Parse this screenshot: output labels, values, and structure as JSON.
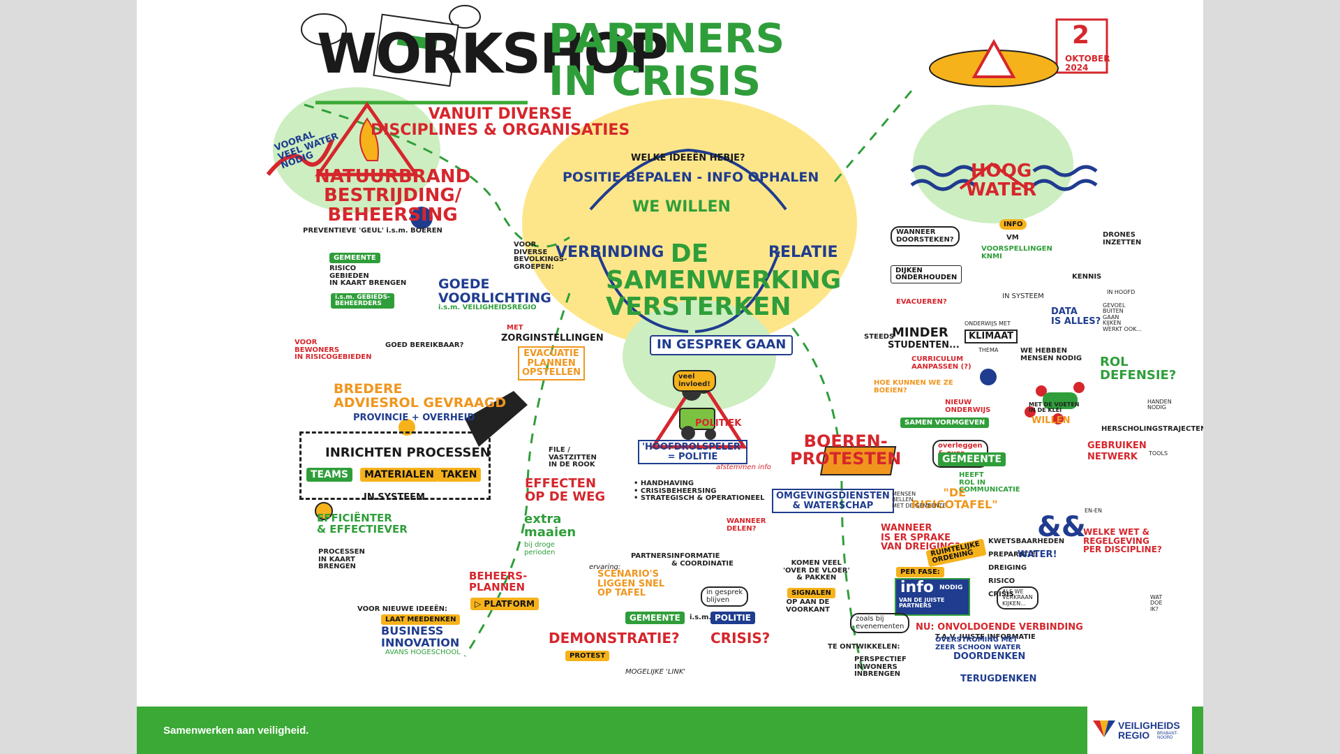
{
  "colors": {
    "green": "#2f9e3a",
    "red": "#d6262c",
    "blue": "#1f3c8f",
    "orange": "#f0961e",
    "yellow_glow": "#fde68a",
    "green_glow": "#cdeec0"
  },
  "header": {
    "title": "WORKSHOP",
    "subtitle": "PARTNERS\nIN CRISIS",
    "tagline": "VANUIT DIVERSE\nDISCIPLINES & ORGANISATIES",
    "date_day": "2",
    "date_month_year": "OKTOBER\n2024"
  },
  "center": {
    "question": "WELKE IDEEËN HEBJE?",
    "positie": "POSITIE BEPALEN - INFO OPHALEN",
    "we_willen": "WE WILLEN",
    "main": "DE\nSAMENWERKING\nVERSTERKEN",
    "verbinding": "VERBINDING",
    "relatie": "RELATIE",
    "in_gesprek": "IN GESPREK GAAN"
  },
  "natuurbrand": {
    "note": "VOORAL\nVEEL WATER\nNODIG",
    "title": "NATUURBRAND\nBESTRIJDING/\nBEHEERSING",
    "preventief": "PREVENTIEVE 'GEUL' i.s.m. BOEREN",
    "gemeente_tag": "GEMEENTE",
    "risico": "RISICO\nGEBIEDEN\nIN KAART BRENGEN",
    "beheerders_tag": "i.s.m. GEBIEDS-\nBEHEERDERS",
    "bewoners": "VOOR\nBEWONERS\nIN RISICOGEBIEDEN",
    "bereikbaar": "GOED BEREIKBAAR?",
    "voor_groepen": "VOOR\nDIVERSE\nBEVOLKINGS-\nGROEPEN:",
    "voorlichting": "GOEDE\nVOORLICHTING",
    "voorlichting_sub": "i.s.m. VEILIGHEIDSREGIO",
    "zorg_met": "MET",
    "zorg": "ZORGINSTELLINGEN",
    "evacuatie": "EVACUATIE\nPLANNEN\nOPSTELLEN"
  },
  "adviesrol": {
    "title": "BREDERE\nADVIESROL GEVRAAGD",
    "sub": "PROVINCIE + OVERHEID",
    "processen": "INRICHTEN PROCESSEN",
    "teams": "TEAMS",
    "materialen": "MATERIALEN",
    "taken": "TAKEN",
    "systeem": "IN SYSTEEM"
  },
  "weg": {
    "file": "FILE /\nVASTZITTEN\nIN DE ROOK",
    "effecten": "EFFECTEN\nOP DE WEG"
  },
  "efficient": {
    "title": "EFFICIËNTER\n& EFFECTIEVER",
    "processen": "PROCESSEN\nIN KAART\nBRENGEN",
    "maaien": "extra\nmaaien",
    "maaien_sub": "bij droge\nperioden",
    "beheersplannen": "BEHEERS-\nPLANNEN",
    "platform": "▷ PLATFORM"
  },
  "innovation": {
    "pre": "VOOR NIEUWE IDEEËN:",
    "tag": "LAAT MEEDENKEN",
    "title": "BUSINESS\nINNOVATION",
    "sub": "AVANS HOGESCHOOL"
  },
  "boeren": {
    "bubble": "veel\ninvloed!",
    "politiek": "POLITIEK",
    "title": "BOEREN-\nPROTESTEN",
    "hoofdrol": "'HOOFDROLSPELER'\n= POLITIE",
    "afstemmen": "afstemmen info",
    "list": "• HANDHAVING\n• CRISISBEHEERSING\n• STRATEGISCH & OPERATIONEEL",
    "omgeving": "OMGEVINGSDIENSTEN\n& WATERSCHAP",
    "wanneer_delen": "WANNEER\nDELEN?",
    "partners": "PARTNERS",
    "info_coord": "INFORMATIE\n& COORDINATIE",
    "ervaring": "ervaring:",
    "scenario": "SCENARIO'S\nLIGGEN SNEL\nOP TAFEL",
    "gesprek": "in gesprek\nblijven",
    "gemeente_tag": "GEMEENTE",
    "ism": "i.s.m.",
    "politie_tag": "POLITIE",
    "demonstratie": "DEMONSTRATIE?",
    "crisis": "CRISIS?",
    "protest": "PROTEST",
    "mogelijke": "MOGELIJKE 'LINK'",
    "overleggen": "overleggen\n& over-\nnemen",
    "risicotafel": "\"DE\nRISICOTAFEL\"",
    "komen": "KOMEN VEEL\n'OVER DE VLOER'\n& PAKKEN",
    "signalen": "SIGNALEN",
    "voorkant": "OP AAN DE\nVOORKANT",
    "dreiging": "WANNEER\nIS ER SPRAKE\nVAN DREIGING?",
    "per_fase": "PER FASE:",
    "info": "info",
    "info_nodig": "NODIG",
    "info_partners": "VAN DE JUISTE\nPARTNERS",
    "fasen": "KWETSBAARHEDEN\nPREPARATIE\nDREIGING\nRISICO\nCRISIS",
    "zoals": "zoals bij\nevenementen",
    "ontwikkelen": "TE ONTWIKKELEN:",
    "perspectief": "PERSPECTIEF\nINWONERS\nINBRENGEN",
    "nu": "NU: ONVOLDOENDE VERBINDING",
    "tav": "T.A.V. JUISTE INFORMATIE",
    "doordenken": "DOORDENKEN",
    "terugdenken": "TERUGDENKEN"
  },
  "hoogwater": {
    "title": "HOOG\nWATER",
    "wanneer_doorsteken": "WANNEER\nDOORSTEKEN?",
    "dijken": "DIJKEN\nONDERHOUDEN",
    "evacueren": "EVACUEREN?",
    "info": "INFO",
    "vm": "VM",
    "knmi": "VOORSPELLINGEN\nKNMI",
    "drones": "DRONES\nINZETTEN",
    "kennis": "KENNIS",
    "systeem": "IN SYSTEEM",
    "hoofd": "IN HOOFD",
    "data": "DATA\nIS ALLES?",
    "gevoel": "GEVOEL\nBUITEN\nGAAN\nKIJKEN\nWERKT OOK...",
    "steeds": "STEEDS",
    "minder": "MINDER",
    "studenten": "STUDENTEN...",
    "onderw": "ONDERWIJS MET",
    "klimaat": "KLIMAAT",
    "thema": "THEMA",
    "curriculum": "CURRICULUM\nAANPASSEN (?)",
    "boeien": "HOE KUNNEN WE ZE\nBOEIEN?",
    "nieuw": "NIEUW\nONDERWIJS",
    "samen": "SAMEN VORMGEVEN",
    "mensen": "WE HEBBEN\nMENSEN NODIG",
    "klei": "MET DE VOETEN\nIN DE KLEI",
    "willen": "WILLEN",
    "defensie": "ROL\nDEFENSIE?",
    "handen": "HANDEN\nNODIG",
    "herscholing": "HERSCHOLINGSTRAJECTEN",
    "gemeente_tag": "GEMEENTE",
    "heeft_rol": "HEEFT\nROL IN\nCOMMUNICATIE",
    "mensen_bellen": "MENSEN\nBELLEN\nMET DE GEMEENTE",
    "gebruiken": "GEBRUIKEN",
    "netwerk": "NETWERK",
    "tools": "TOOLS",
    "vr": "VEILIGHEIDS\nREGIO",
    "ruimtelijke": "RUIMTELIJKE\nORDENING",
    "water": "WATER!",
    "enen": "&&",
    "enen_small": "EN-EN",
    "wet": "WELKE WET &\nREGELGEVING\nPER DISCIPLINE?",
    "kraan": "ALS WE\nVERKRAAN\nKIJKEN...",
    "overstroming": "OVERSTROMING MET\nZEER SCHOON WATER",
    "huis": "WAT\nDOE\nIK?"
  },
  "footer": {
    "slogan": "Samenwerken aan veiligheid.",
    "brand": "VEILIGHEIDS\nREGIO",
    "brand_sub": "BRABANT-\nNOORD"
  }
}
